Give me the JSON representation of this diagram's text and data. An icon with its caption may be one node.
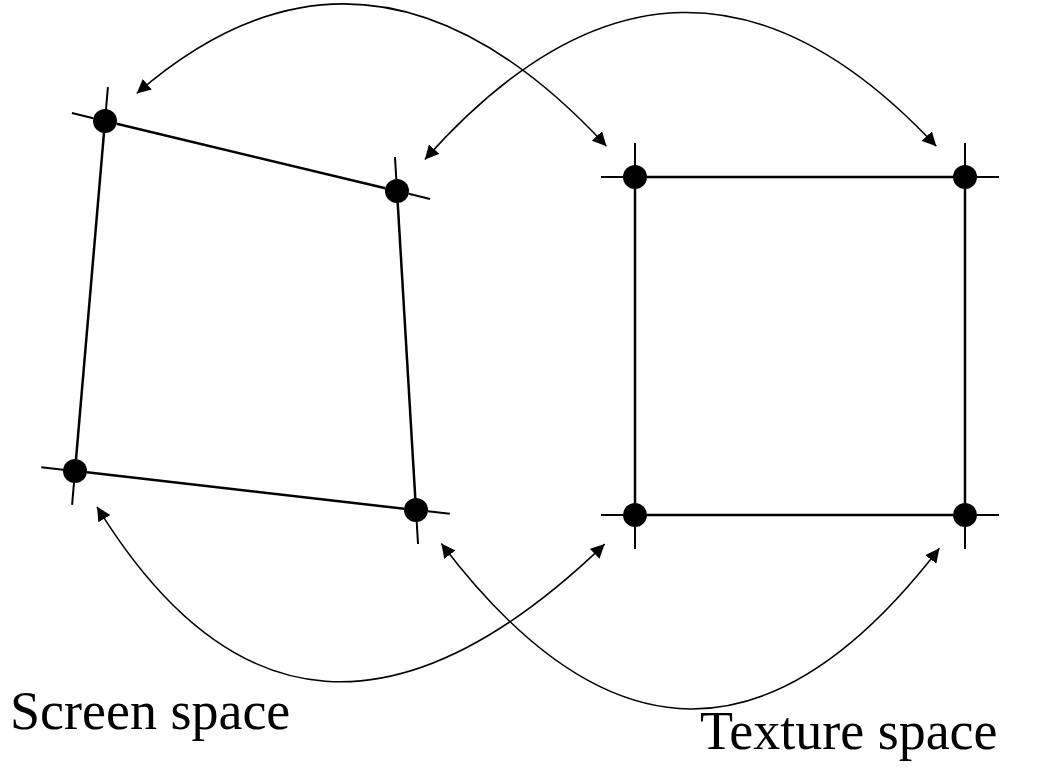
{
  "diagram": {
    "nodes": [
      {
        "text": [],
        "shape": "circle"
      },
      {
        "text": [],
        "shape": "circle"
      },
      {
        "text": [],
        "shape": "circle"
      },
      {
        "text": [],
        "shape": "circle"
      },
      {
        "text": [],
        "shape": "circle"
      },
      {
        "text": [],
        "shape": "circle"
      },
      {
        "text": [],
        "shape": "circle"
      },
      {
        "text": [],
        "shape": "circle"
      }
    ],
    "edges": [
      {
        "from": 0,
        "to": 1,
        "arrow": "none"
      },
      {
        "from": 1,
        "to": 3,
        "arrow": "none"
      },
      {
        "from": 3,
        "to": 2,
        "arrow": "none"
      },
      {
        "from": 2,
        "to": 0,
        "arrow": "none"
      },
      {
        "from": 4,
        "to": 5,
        "arrow": "none"
      },
      {
        "from": 5,
        "to": 7,
        "arrow": "none"
      },
      {
        "from": 7,
        "to": 6,
        "arrow": "none"
      },
      {
        "from": 6,
        "to": 4,
        "arrow": "none"
      },
      {
        "from": 0,
        "to": 4,
        "arrow": "both"
      },
      {
        "from": 1,
        "to": 5,
        "arrow": "both"
      },
      {
        "from": 2,
        "to": 6,
        "arrow": "both"
      },
      {
        "from": 3,
        "to": 7,
        "arrow": "both"
      }
    ],
    "labels": [
      "Screen space",
      "Texture space"
    ]
  }
}
